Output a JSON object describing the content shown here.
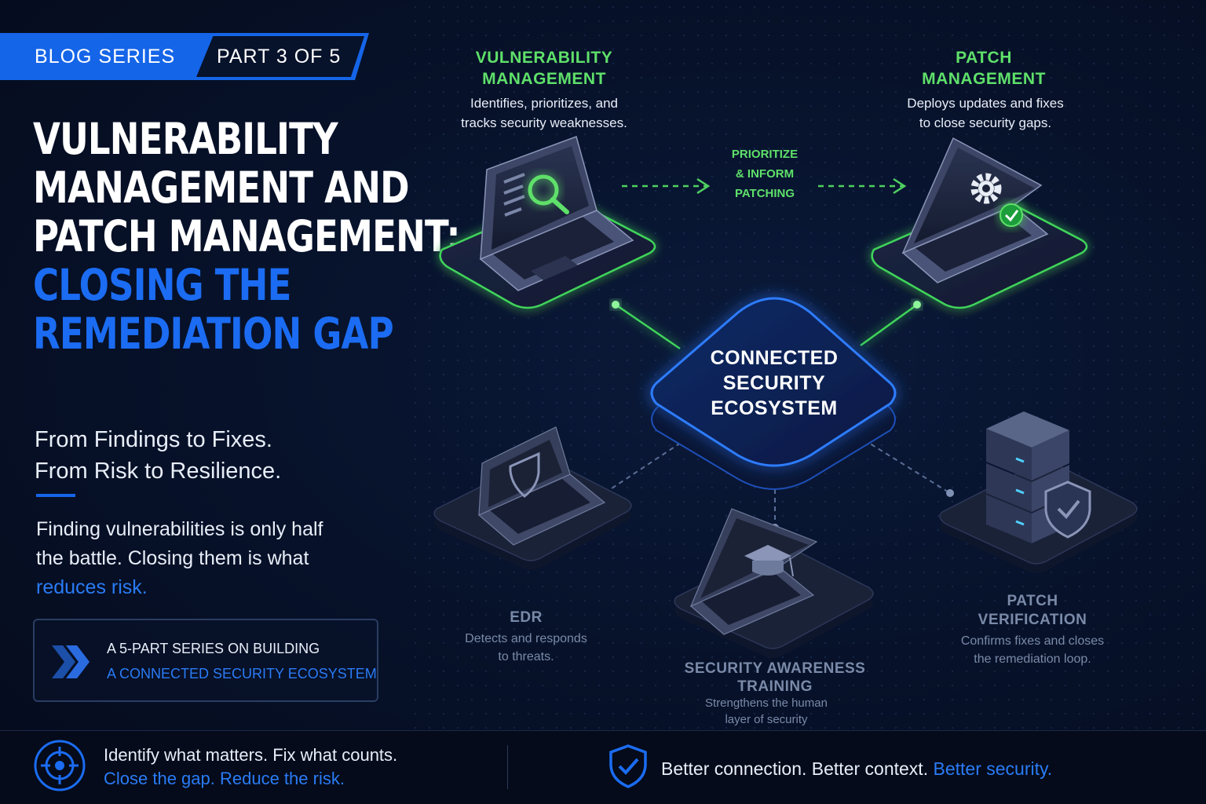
{
  "badge": {
    "series": "BLOG SERIES",
    "part": "PART 3 OF 5"
  },
  "headline": {
    "line1": "VULNERABILITY",
    "line2": "MANAGEMENT AND",
    "line3": "PATCH MANAGEMENT:",
    "line4": "CLOSING THE",
    "line5": "REMEDIATION GAP"
  },
  "tagline": {
    "line1": "From Findings to Fixes.",
    "line2": "From Risk to Resilience."
  },
  "body": {
    "line1": "Finding vulnerabilities is only half",
    "line2": "the battle. Closing them is what",
    "highlight": "reduces risk."
  },
  "series_box": {
    "line1": "A 5-PART SERIES ON BUILDING",
    "line2": "A CONNECTED SECURITY ECOSYSTEM",
    "icon": "double-chevron-icon"
  },
  "diagram": {
    "hub": {
      "line1": "CONNECTED",
      "line2": "SECURITY",
      "line3": "ECOSYSTEM"
    },
    "flow_label": {
      "line1": "PRIORITIZE",
      "line2": "& INFORM",
      "line3": "PATCHING"
    },
    "vuln": {
      "title1": "VULNERABILITY",
      "title2": "MANAGEMENT",
      "desc1": "Identifies, prioritizes, and",
      "desc2": "tracks security weaknesses.",
      "icon": "magnifier-laptop-icon"
    },
    "patch": {
      "title1": "PATCH",
      "title2": "MANAGEMENT",
      "desc1": "Deploys updates and fixes",
      "desc2": "to close security gaps.",
      "icon": "gear-check-laptop-icon"
    },
    "edr": {
      "title": "EDR",
      "desc1": "Detects and responds",
      "desc2": "to threats.",
      "icon": "shield-laptop-icon"
    },
    "training": {
      "title1": "SECURITY AWARENESS",
      "title2": "TRAINING",
      "desc1": "Strengthens the human",
      "desc2": "layer of security",
      "icon": "graduation-cap-laptop-icon"
    },
    "verification": {
      "title1": "PATCH",
      "title2": "VERIFICATION",
      "desc1": "Confirms fixes and closes",
      "desc2": "the remediation loop.",
      "icon": "server-shield-icon"
    }
  },
  "footer": {
    "left1": "Identify what matters. Fix what counts.",
    "left2": "Close the gap. Reduce the risk.",
    "right_plain": "Better connection. Better context. ",
    "right_highlight": "Better security.",
    "left_icon": "target-icon",
    "right_icon": "shield-check-icon"
  },
  "colors": {
    "background": "#07122b",
    "accent_blue": "#1b6cf2",
    "accent_green": "#5fe06a",
    "muted_grey": "#7a8aa8"
  }
}
